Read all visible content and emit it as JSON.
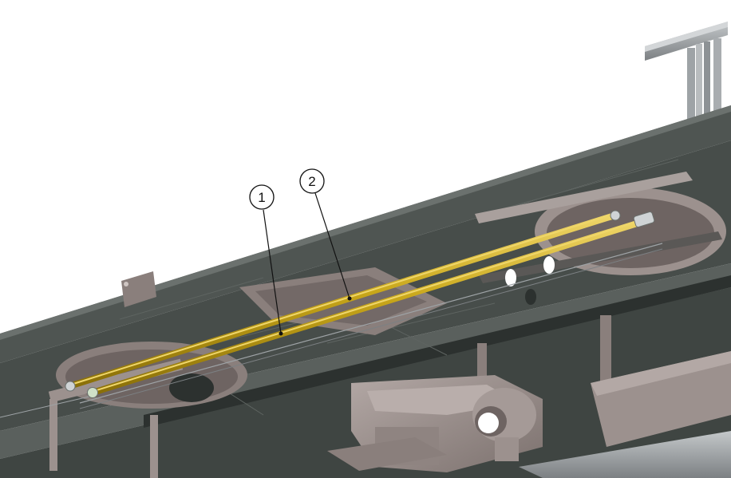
{
  "callouts": [
    {
      "number": "1",
      "part": "lower-rod"
    },
    {
      "number": "2",
      "part": "upper-rod"
    }
  ],
  "colors": {
    "background": "#ffffff",
    "frame_top": "#4f5552",
    "frame_side": "#3f4542",
    "frame_dark": "#2c312f",
    "frame_edge": "#6b716e",
    "cast_part": "#8a7f7c",
    "cast_part_light": "#a59a97",
    "rod": "#c9a71a",
    "rod_highlight": "#efd66a",
    "rod_shadow": "#8a6f08",
    "rail": "#9ea3a6"
  }
}
